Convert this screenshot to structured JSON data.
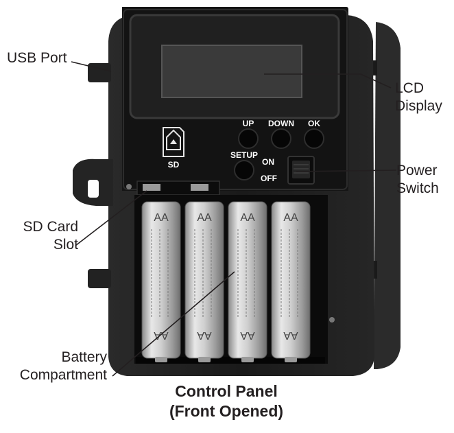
{
  "callouts": {
    "usb_port": [
      "USB Port"
    ],
    "lcd_display": [
      "LCD",
      "Display"
    ],
    "power_switch": [
      "Power",
      "Switch"
    ],
    "sd_card_slot": [
      "SD Card",
      "Slot"
    ],
    "battery_compartment": [
      "Battery",
      "Compartment"
    ]
  },
  "panel_labels": {
    "up": "UP",
    "down": "DOWN",
    "ok": "OK",
    "setup": "SETUP",
    "on": "ON",
    "off": "OFF",
    "sd": "SD"
  },
  "battery": {
    "count": 4,
    "label": "AA"
  },
  "caption": [
    "Control Panel",
    "(Front Opened)"
  ],
  "colors": {
    "housing": "#1d1d1d",
    "panel": "#141414",
    "lcd": "#3a3a3a",
    "battery": "#c9c9c9",
    "leader_line": "#231f20"
  }
}
